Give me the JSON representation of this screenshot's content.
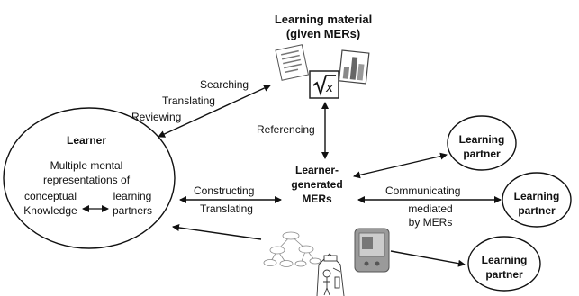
{
  "learning_material": {
    "title_line1": "Learning material",
    "title_line2": "(given MERs)"
  },
  "learner": {
    "title": "Learner",
    "line1": "Multiple mental",
    "line2": "representations of",
    "conceptual": "conceptual",
    "knowledge": "Knowledge",
    "learning": "learning",
    "partners": "partners"
  },
  "center": {
    "line1": "Learner-",
    "line2": "generated",
    "line3": "MERs"
  },
  "partners": [
    {
      "line1": "Learning",
      "line2": "partner"
    },
    {
      "line1": "Learning",
      "line2": "partner"
    },
    {
      "line1": "Learning",
      "line2": "partner"
    }
  ],
  "labels": {
    "searching": "Searching",
    "translating_top": "Translating",
    "reviewing": "Reviewing",
    "referencing": "Referencing",
    "constructing": "Constructing",
    "translating_mid": "Translating",
    "communicating": "Communicating",
    "mediated": "mediated",
    "by_mers": "by MERs"
  },
  "icons": [
    "document-icon",
    "sqrt-x-icon",
    "bar-chart-icon",
    "concept-map-icon",
    "sketch-icon",
    "phone-icon"
  ]
}
